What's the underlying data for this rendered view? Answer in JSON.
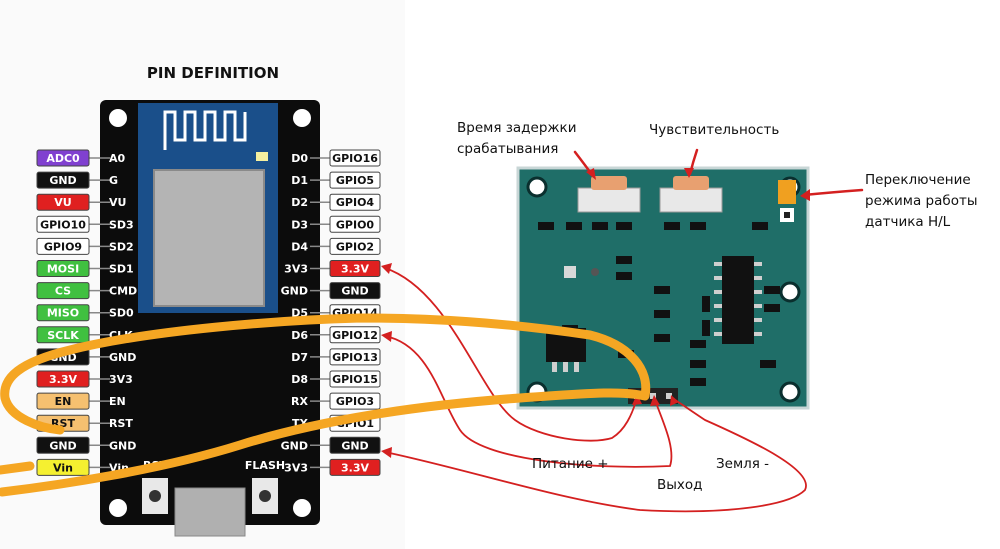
{
  "title": "PIN DEFINITION",
  "board": {
    "left_labels": [
      "A0",
      "G",
      "VU",
      "SD3",
      "SD2",
      "SD1",
      "CMD",
      "SD0",
      "CLK",
      "GND",
      "3V3",
      "EN",
      "RST",
      "GND",
      "Vin"
    ],
    "right_labels": [
      "D0",
      "D1",
      "D2",
      "D3",
      "D4",
      "3V3",
      "GND",
      "D5",
      "D6",
      "D7",
      "D8",
      "RX",
      "TX",
      "GND",
      "3V3"
    ],
    "button_rst": "RST",
    "button_flash": "FLASH"
  },
  "left_tags": [
    {
      "text": "ADC0",
      "color": "#8040d0",
      "fg": "#ffffff"
    },
    {
      "text": "GND",
      "color": "#111111",
      "fg": "#ffffff"
    },
    {
      "text": "VU",
      "color": "#e02020",
      "fg": "#ffffff"
    },
    {
      "text": "GPIO10",
      "color": "#ffffff",
      "fg": "#111111"
    },
    {
      "text": "GPIO9",
      "color": "#ffffff",
      "fg": "#111111"
    },
    {
      "text": "MOSI",
      "color": "#40c040",
      "fg": "#ffffff"
    },
    {
      "text": "CS",
      "color": "#40c040",
      "fg": "#ffffff"
    },
    {
      "text": "MISO",
      "color": "#40c040",
      "fg": "#ffffff"
    },
    {
      "text": "SCLK",
      "color": "#40c040",
      "fg": "#ffffff"
    },
    {
      "text": "GND",
      "color": "#111111",
      "fg": "#ffffff"
    },
    {
      "text": "3.3V",
      "color": "#e02020",
      "fg": "#ffffff"
    },
    {
      "text": "EN",
      "color": "#f5c070",
      "fg": "#111111"
    },
    {
      "text": "RST",
      "color": "#f5c070",
      "fg": "#111111"
    },
    {
      "text": "GND",
      "color": "#111111",
      "fg": "#ffffff"
    },
    {
      "text": "Vin",
      "color": "#f5f030",
      "fg": "#111111"
    }
  ],
  "right_tags": [
    {
      "text": "GPIO16",
      "color": "#ffffff",
      "fg": "#111111"
    },
    {
      "text": "GPIO5",
      "color": "#ffffff",
      "fg": "#111111"
    },
    {
      "text": "GPIO4",
      "color": "#ffffff",
      "fg": "#111111"
    },
    {
      "text": "GPIO0",
      "color": "#ffffff",
      "fg": "#111111"
    },
    {
      "text": "GPIO2",
      "color": "#ffffff",
      "fg": "#111111"
    },
    {
      "text": "3.3V",
      "color": "#e02020",
      "fg": "#ffffff"
    },
    {
      "text": "GND",
      "color": "#111111",
      "fg": "#ffffff"
    },
    {
      "text": "GPIO14",
      "color": "#ffffff",
      "fg": "#111111"
    },
    {
      "text": "GPIO12",
      "color": "#ffffff",
      "fg": "#111111"
    },
    {
      "text": "GPIO13",
      "color": "#ffffff",
      "fg": "#111111"
    },
    {
      "text": "GPIO15",
      "color": "#ffffff",
      "fg": "#111111"
    },
    {
      "text": "GPIO3",
      "color": "#ffffff",
      "fg": "#111111"
    },
    {
      "text": "GPIO1",
      "color": "#ffffff",
      "fg": "#111111"
    },
    {
      "text": "GND",
      "color": "#111111",
      "fg": "#ffffff"
    },
    {
      "text": "3.3V",
      "color": "#e02020",
      "fg": "#ffffff"
    }
  ],
  "sensor_labels": {
    "delay_line1": "Время задержки",
    "delay_line2": "срабатывания",
    "sensitivity": "Чувствительность",
    "mode_line1": "Переключение",
    "mode_line2": "режима работы",
    "mode_line3": "датчика H/L",
    "power": "Питание +",
    "output": "Выход",
    "ground": "Земля -"
  },
  "colors": {
    "board": "#0c0c0c",
    "pcb": "#1f6e68",
    "wire_red": "#d42020",
    "wire_orange": "#f5a623",
    "potentiometer": "#e8a070"
  }
}
